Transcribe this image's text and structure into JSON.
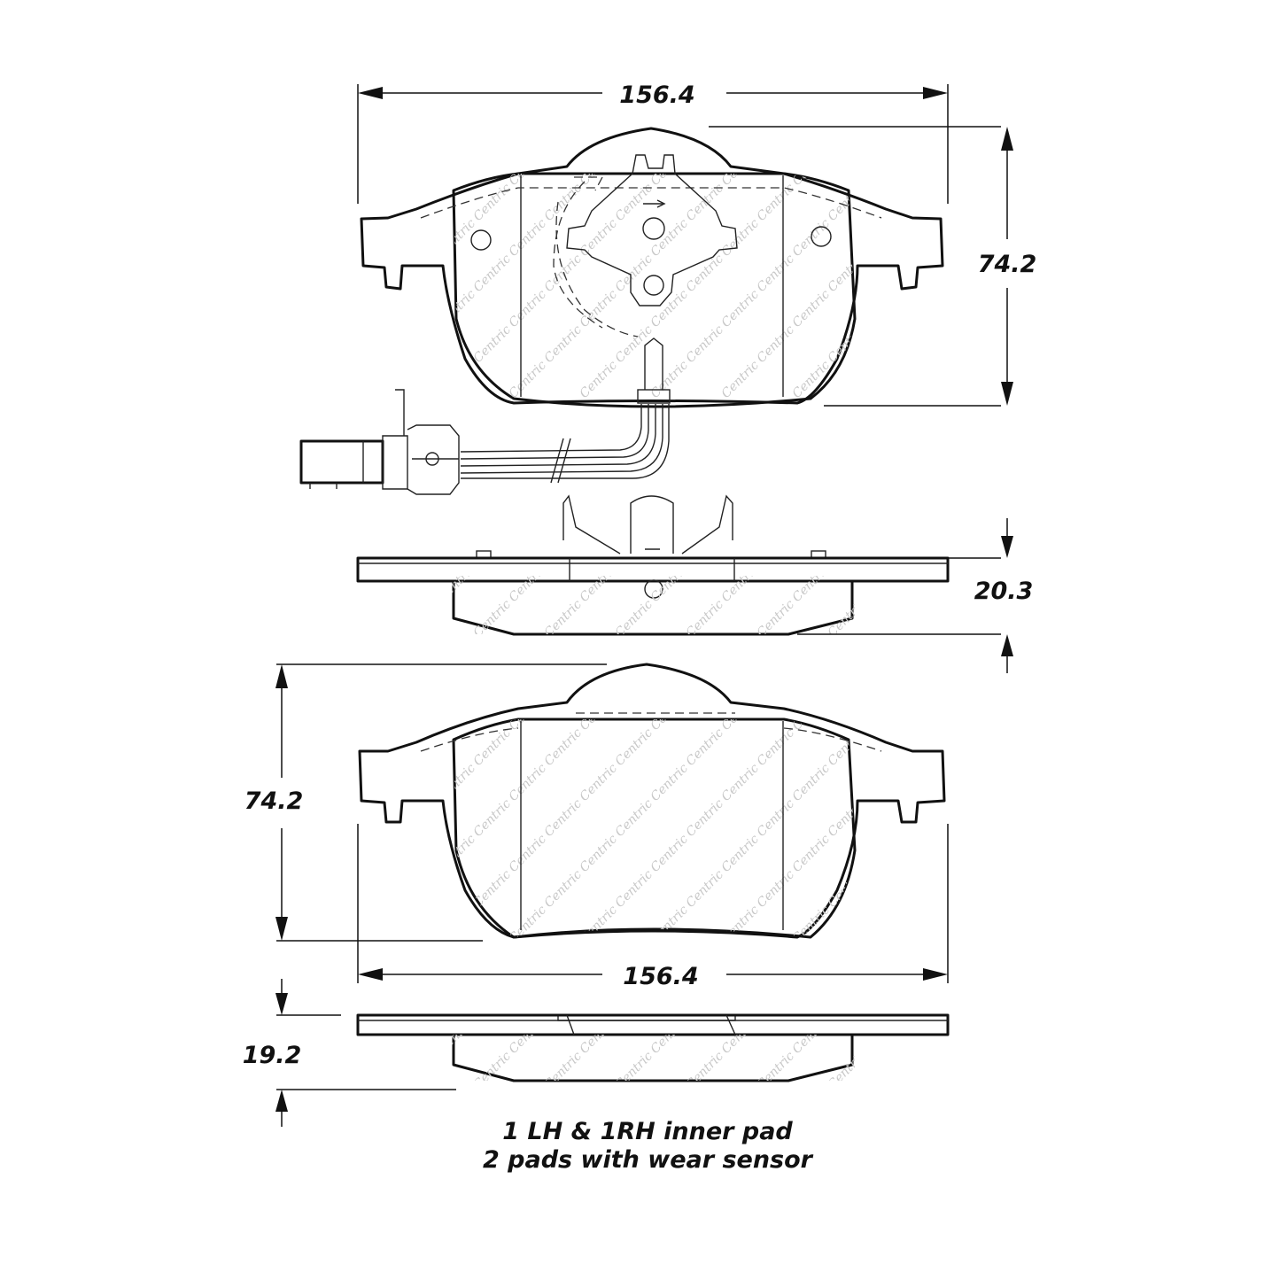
{
  "dimensions": {
    "top_width": "156.4",
    "top_height": "74.2",
    "top_thickness": "20.3",
    "bottom_height": "74.2",
    "bottom_width": "156.4",
    "bottom_thickness": "19.2"
  },
  "watermark": "Centric",
  "notes": {
    "line1": "1 LH & 1RH inner pad",
    "line2": "2 pads with wear sensor"
  }
}
